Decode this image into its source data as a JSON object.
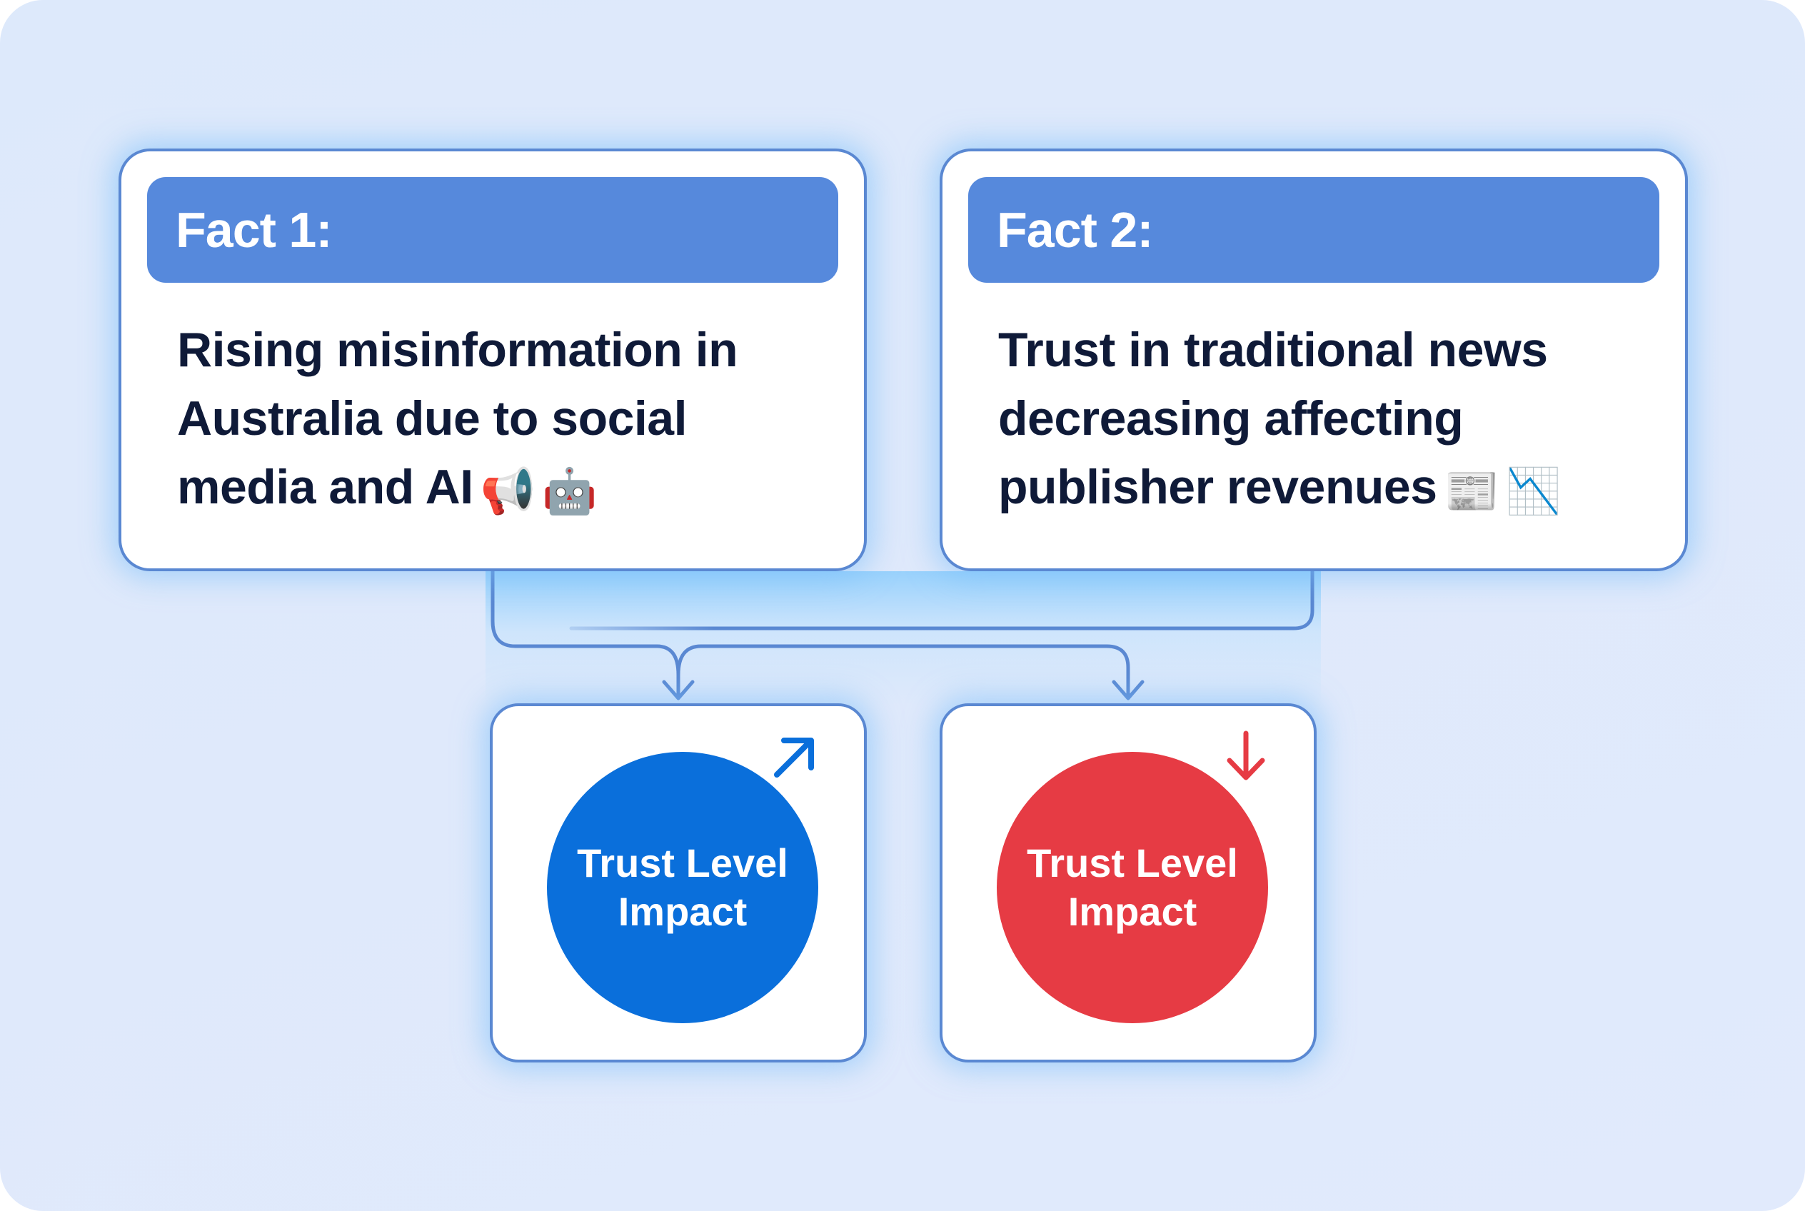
{
  "colors": {
    "background": "#dde9fb",
    "card_border": "#5a88d2",
    "header_fill": "#5689dc",
    "body_text": "#0f1a38",
    "positive_circle": "#0a6fdb",
    "negative_circle": "#e63b44",
    "connector": "#5a88d2"
  },
  "facts": [
    {
      "title": "Fact 1:",
      "lines": [
        "Rising misinformation in",
        "Australia due to social",
        "media and AI"
      ],
      "icons": [
        {
          "name": "megaphone-icon",
          "glyph": "📢"
        },
        {
          "name": "robot-icon",
          "glyph": "🤖"
        }
      ]
    },
    {
      "title": "Fact 2:",
      "lines": [
        "Trust in traditional news",
        "decreasing affecting",
        "publisher revenues"
      ],
      "icons": [
        {
          "name": "newspaper-icon",
          "glyph": "📰"
        },
        {
          "name": "chart-decreasing-icon",
          "glyph": "📉"
        }
      ]
    }
  ],
  "impacts": [
    {
      "label_line1": "Trust Level",
      "label_line2": "Impact",
      "color": "#0a6fdb",
      "trend": "up-right-arrow",
      "trend_color": "#0a6fdb"
    },
    {
      "label_line1": "Trust Level",
      "label_line2": "Impact",
      "color": "#e63b44",
      "trend": "down-arrow",
      "trend_color": "#e63b44"
    }
  ]
}
